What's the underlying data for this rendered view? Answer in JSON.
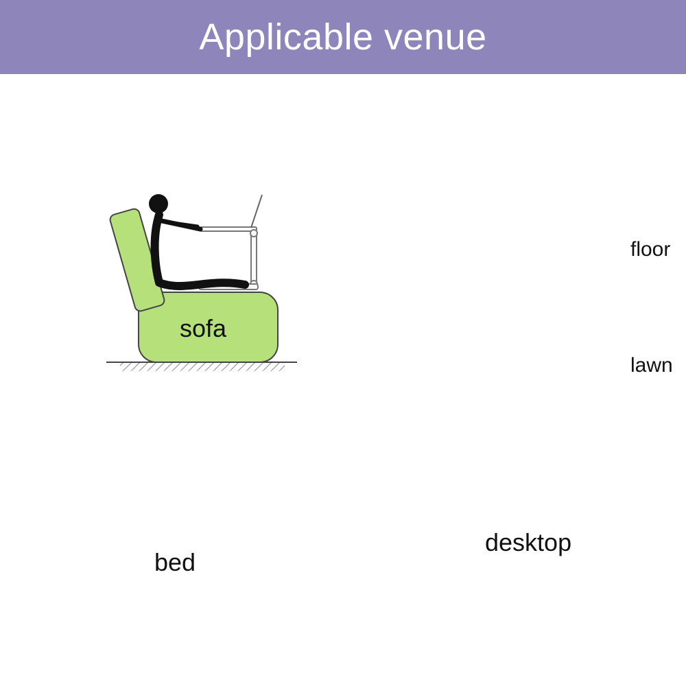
{
  "header": {
    "title": "Applicable venue"
  },
  "venues": {
    "sofa": "sofa",
    "floor": "floor",
    "lawn": "lawn",
    "bed": "bed",
    "desktop": "desktop"
  },
  "colors": {
    "banner": "#8e85bb",
    "sofa": "#b5e07a",
    "bed_mattress": "#b5acd8",
    "bed_base": "#8e85bb",
    "headboard": "#f3a3a8",
    "table_top": "#f3a3a8",
    "table_legs": "#b5acd8"
  }
}
